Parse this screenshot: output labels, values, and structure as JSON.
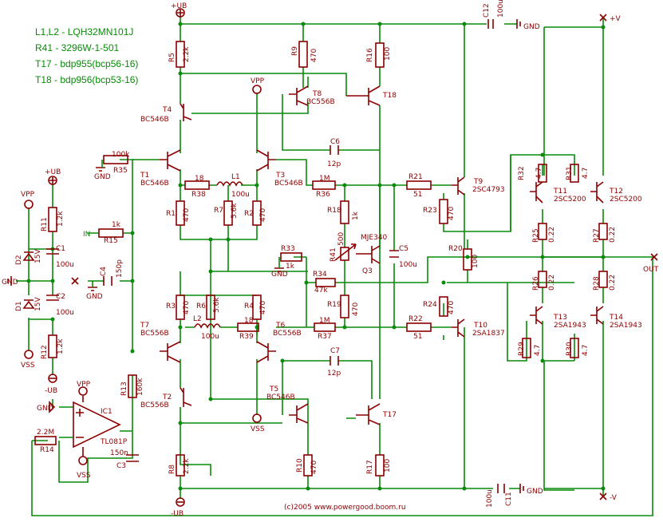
{
  "notes": [
    "L1,L2 - LQH32MN101J",
    "R41 - 3296W-1-501",
    "T17 - bdp955(bcp56-16)",
    "T18 - bdp956(bcp53-16)"
  ],
  "copyright": "(c)2005 www.powergood.boom.ru",
  "supply": {
    "pos_ub": "+UB",
    "neg_ub": "-UB",
    "vpp": "VPP",
    "vss": "VSS",
    "gnd": "GND",
    "pos_v": "+V",
    "neg_v": "-V"
  },
  "io": {
    "in": "IN",
    "out": "OUT"
  },
  "ic": {
    "ref": "IC1",
    "part": "TL081P"
  },
  "transistors": [
    {
      "ref": "T1",
      "part": "BC546B"
    },
    {
      "ref": "T2",
      "part": "BC556B"
    },
    {
      "ref": "T3",
      "part": "BC546B"
    },
    {
      "ref": "T4",
      "part": "BC546B"
    },
    {
      "ref": "T5",
      "part": "BC546B"
    },
    {
      "ref": "T6",
      "part": "BC556B"
    },
    {
      "ref": "T7",
      "part": "BC556B"
    },
    {
      "ref": "T8",
      "part": "BC556B"
    },
    {
      "ref": "T9",
      "part": "2SC4793"
    },
    {
      "ref": "T10",
      "part": "2SA1837"
    },
    {
      "ref": "T11",
      "part": "2SC5200"
    },
    {
      "ref": "T12",
      "part": "2SC5200"
    },
    {
      "ref": "T13",
      "part": "2SA1943"
    },
    {
      "ref": "T14",
      "part": "2SA1943"
    },
    {
      "ref": "T17",
      "part": ""
    },
    {
      "ref": "T18",
      "part": ""
    },
    {
      "ref": "Q3",
      "part": "MJE340"
    }
  ],
  "resistors": [
    {
      "ref": "R1",
      "val": "470"
    },
    {
      "ref": "R2",
      "val": "470"
    },
    {
      "ref": "R3",
      "val": "470"
    },
    {
      "ref": "R4",
      "val": "470"
    },
    {
      "ref": "R5",
      "val": "2.2k"
    },
    {
      "ref": "R6",
      "val": "5.6k"
    },
    {
      "ref": "R7",
      "val": "5.6k"
    },
    {
      "ref": "R8",
      "val": "2.2k"
    },
    {
      "ref": "R9",
      "val": "470"
    },
    {
      "ref": "R10",
      "val": "470"
    },
    {
      "ref": "R11",
      "val": "1.2k"
    },
    {
      "ref": "R12",
      "val": "1.2k"
    },
    {
      "ref": "R13",
      "val": "160k"
    },
    {
      "ref": "R14",
      "val": "2.2M"
    },
    {
      "ref": "R15",
      "val": "1k"
    },
    {
      "ref": "R16",
      "val": "100"
    },
    {
      "ref": "R17",
      "val": "100"
    },
    {
      "ref": "R18",
      "val": "1k"
    },
    {
      "ref": "R19",
      "val": "470"
    },
    {
      "ref": "R20",
      "val": "100"
    },
    {
      "ref": "R21",
      "val": "51"
    },
    {
      "ref": "R22",
      "val": "51"
    },
    {
      "ref": "R23",
      "val": "470"
    },
    {
      "ref": "R24",
      "val": "470"
    },
    {
      "ref": "R25",
      "val": "0.22"
    },
    {
      "ref": "R26",
      "val": "0.22"
    },
    {
      "ref": "R27",
      "val": "0.22"
    },
    {
      "ref": "R28",
      "val": "0.22"
    },
    {
      "ref": "R29",
      "val": "4.7"
    },
    {
      "ref": "R30",
      "val": "4.7"
    },
    {
      "ref": "R31",
      "val": "4.7"
    },
    {
      "ref": "R32",
      "val": "4.7"
    },
    {
      "ref": "R33",
      "val": "1k"
    },
    {
      "ref": "R34",
      "val": "47k"
    },
    {
      "ref": "R35",
      "val": "100k"
    },
    {
      "ref": "R36",
      "val": "1M"
    },
    {
      "ref": "R37",
      "val": "1M"
    },
    {
      "ref": "R38",
      "val": "18"
    },
    {
      "ref": "R39",
      "val": "18"
    },
    {
      "ref": "R41",
      "val": "500"
    }
  ],
  "capacitors": [
    {
      "ref": "C1",
      "val": "100u"
    },
    {
      "ref": "C2",
      "val": "100u"
    },
    {
      "ref": "C3",
      "val": "150n"
    },
    {
      "ref": "C4",
      "val": "150p"
    },
    {
      "ref": "C5",
      "val": "100u"
    },
    {
      "ref": "C6",
      "val": "12p"
    },
    {
      "ref": "C7",
      "val": "12p"
    },
    {
      "ref": "C11",
      "val": "100u"
    },
    {
      "ref": "C12",
      "val": "100u"
    }
  ],
  "inductors": [
    {
      "ref": "L1",
      "val": "100u"
    },
    {
      "ref": "L2",
      "val": "100u"
    }
  ],
  "diodes": [
    {
      "ref": "D1",
      "val": "15V"
    },
    {
      "ref": "D2",
      "val": "15V"
    }
  ]
}
